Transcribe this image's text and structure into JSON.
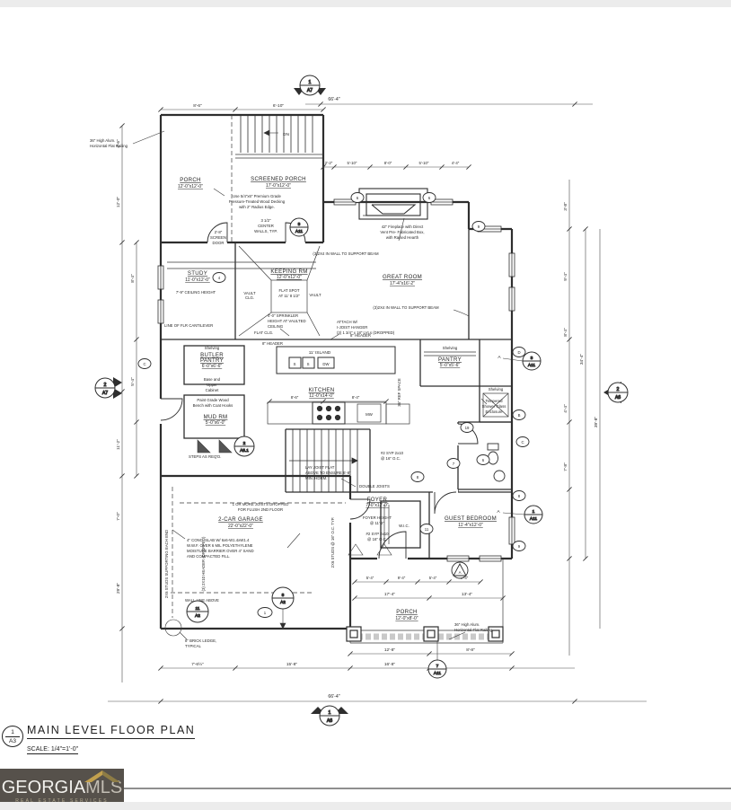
{
  "page": {
    "bg": "#ffffff",
    "strip": "#ececec",
    "line": "#3a3a3a"
  },
  "title_block": {
    "marker_num": "1",
    "marker_sheet": "A3",
    "title": "MAIN LEVEL FLOOR PLAN",
    "scale": "SCALE: 1/4\"=1'-0\""
  },
  "logo": {
    "brand_left": "GEORGIA",
    "brand_right": "MLS",
    "tagline": "REAL ESTATE SERVICES",
    "bg": "#56514b",
    "accent": "#c2a04e"
  },
  "rooms": {
    "porch_tl": {
      "name": "PORCH",
      "dims": "12'-0\"x12'-0\""
    },
    "screened": {
      "name": "SCREENED PORCH",
      "dims": "17'-0\"x12'-0\""
    },
    "study": {
      "name": "STUDY",
      "dims": "11'-0\"x12'-0\"",
      "note": "7'-9\" CEILING HEIGHT"
    },
    "keeping": {
      "name": "KEEPING RM",
      "dims": "12'-0\"x12'-0\""
    },
    "great": {
      "name": "GREAT ROOM",
      "dims": "17'-4\"x16'-2\""
    },
    "kitchen": {
      "name": "KITCHEN",
      "dims": "11'-0\"x14'-0\""
    },
    "butler": {
      "name": "BUTLER",
      "name2": "PANTRY",
      "dims": "6'-0\"x6'-6\""
    },
    "mud": {
      "name": "MUD RM",
      "dims": "5'-0\"x6'-0\""
    },
    "pantry": {
      "name": "PANTRY",
      "dims": "5'-0\"x5'-6\""
    },
    "foyer": {
      "name": "FOYER",
      "dims": "7'-0\"x12'-0\""
    },
    "guest": {
      "name": "GUEST BEDROOM",
      "dims": "11'-4\"x12'-0\""
    },
    "garage": {
      "name": "2-CAR GARAGE",
      "dims": "22'-0\"x22'-0\""
    },
    "porch_b": {
      "name": "PORCH",
      "dims": "12'-0\"x8'-0\""
    },
    "wic": {
      "name": "W.I.C."
    }
  },
  "fixtures": {
    "island": "11' ISLAND",
    "sink1": "S",
    "sink2": "S",
    "dw": "DW",
    "mw": "MW",
    "dn": "DN",
    "ref_space": "36\" REF SPACE",
    "shelving": "Shelving"
  },
  "annotations": {
    "railing_l1": "36\" High Alum.",
    "railing_l2": "Horizontal Flat Railing",
    "decking_l1": "Use 5/4\"x6\" Premium Grade",
    "decking_l2": "Pressure-Treated Wood Decking",
    "decking_l3": "with 2\" Radius Edge.",
    "screen_l1": "2'-8\"",
    "screen_l2": "SCREEN",
    "screen_l3": "DOOR",
    "cwalls_l1": "3 1/2\"",
    "cwalls_l2": "CENTER",
    "cwalls_l3": "WALLS, TYP.",
    "fp_l1": "42\" Fireplace with  Direct",
    "fp_l2": "Vent Pre- Fabricated Box,",
    "fp_l3": "with Raised Hearth",
    "beam1": "(3)2X4 IN WALL TO SUPPORT BEAM",
    "beam2": "(3)2X4 IN WALL TO SUPPORT BEAM",
    "spr_l1": "4'-0\" SPRINKLER",
    "spr_l2": "HEIGHT AT VAULTED",
    "spr_l3": "CEILING",
    "vault": "VAULT",
    "vault2_l1": "VAULT",
    "vault2_l2": "CLG.",
    "flat_l1": "FLAT SPOT",
    "flat_l2": "AT 11' 8 1/2\"",
    "flat_clg": "FLAT CLG.",
    "hanger_l1": "ATTACH W/",
    "hanger_l2": "I-JOIST HANGER",
    "hanger_l3": "(3) 1 3/4\" x 18\" LVLs (DROPPED)",
    "header1": "8\" HEADER",
    "header2": "8\" HEADER",
    "cantilever": "LINE OF FLR CANTILEVER",
    "base_l1": "Base and",
    "base_l2": "Upper",
    "base_l3": "Cabinet",
    "bench_l1": "Paint Grade Wood",
    "bench_l2": "Bench with Coat Hooks",
    "steps": "STEPS AS REQ'D.",
    "syp1_l1": "#2 SYP 2x10",
    "syp1_l2": "@ 16\" O.C.",
    "syp2_l1": "#2 SYP 2x10",
    "syp2_l2": "@ 16\" O.C.",
    "dbl_joists": "DOUBLE JOISTS",
    "lay_l1": "LAY JOIST FLAT",
    "lay_l2": "ABOVE TO ENSURE 6'-8\"",
    "lay_l3": "MIN. HDRM.",
    "drop_l1": "1 OR MORE JOISTS DROPPED",
    "drop_l2": "FOR FLUSH 2ND FLOOR",
    "slab_l1": "4\" CONC. SLAB W/ 6x6-W1.4xW1.4",
    "slab_l2": "W.W.F. OVER 6 MIL POLYETHYLENE",
    "slab_l3": "MOISTURE BARRIER OVER 4\" SAND",
    "slab_l4": "AND COMPACTED FILL.",
    "wall_line": "WALL LINE ABOVE",
    "brick_l1": "8\" BRICK LEDGE,",
    "brick_l2": "TYPICAL",
    "shower_l1": "Tempered",
    "shower_l2": "Shower Glass",
    "shower_l3": "Enclosure",
    "foyer_h_l1": "FOYER HEIGHT",
    "foyer_h_l2": "@ 11'-2\"",
    "stud_v1": "2X6 STUDS SUPPORTING EACH END",
    "stud_v2": "(3) 2X10 HEADER (DROPPED)",
    "stud_v3": "2X6 STUDS @ 16\" O.C. TYP."
  },
  "markers": {
    "top": {
      "num": "1",
      "sheet": "A7"
    },
    "left": {
      "num": "2",
      "sheet": "A7"
    },
    "right": {
      "num": "2",
      "sheet": "A6"
    },
    "bottom": {
      "num": "1",
      "sheet": "A6"
    },
    "a11_7": {
      "num": "7",
      "sheet": "A11"
    },
    "a11_3a": {
      "num": "3",
      "sheet": "A11"
    },
    "a11_3b": {
      "num": "3",
      "sheet": "A11"
    },
    "a11_1": {
      "num": "1",
      "sheet": "A11"
    },
    "a2_11": {
      "num": "11",
      "sheet": "A2"
    },
    "a2_8": {
      "num": "8",
      "sheet": "A2"
    },
    "a51_2": {
      "num": "2",
      "sheet": "A5.1"
    }
  },
  "refs": {
    "r4": "4",
    "r6a": "6",
    "r6b": "6",
    "r6c": "6",
    "r7": "7",
    "r8a": "8",
    "r8b": "8",
    "r9a": "9",
    "r9b": "9",
    "r19": "19",
    "r11": "11",
    "r1": "1",
    "rA": "A",
    "rA2": "A",
    "rB": "B",
    "rC1": "C",
    "rC2": "C",
    "rD": "D"
  },
  "dims": {
    "overall_top": "66'-4\"",
    "overall_bottom": "66'-4\"",
    "t1": "8'-6\"",
    "t2": "6'-10\"",
    "g1": "2'-2\"",
    "g2": "5'-10\"",
    "g3": "8'-0\"",
    "g4": "5'-10\"",
    "g5": "4'-4\"",
    "l1": "4'-6\"",
    "l2": "12'-0\"",
    "l3": "8'-4\"",
    "l4": "5'-4\"",
    "l5": "11'-2\"",
    "l6": "7'-0\"",
    "l7": "29'-8\"",
    "r1": "3'-8\"",
    "r2": "9'-4\"",
    "r3": "8'-4\"",
    "r4": "34'-4\"",
    "r5": "39'-8\"",
    "r6": "4'-4\"",
    "r7": "7'-8\"",
    "b1": "7'-6½\"",
    "b2": "15'-8\"",
    "b3": "16'-8\"",
    "b4": "12'-8\"",
    "b5": "8'-8\"",
    "p1": "5'-4\"",
    "p2": "9'-4\"",
    "p3": "5'-4\"",
    "p4": "9'-4\"",
    "p5": "17'-4\"",
    "p6": "13'-4\"",
    "k1": "8'-6\"",
    "k2": "8'-4\""
  }
}
